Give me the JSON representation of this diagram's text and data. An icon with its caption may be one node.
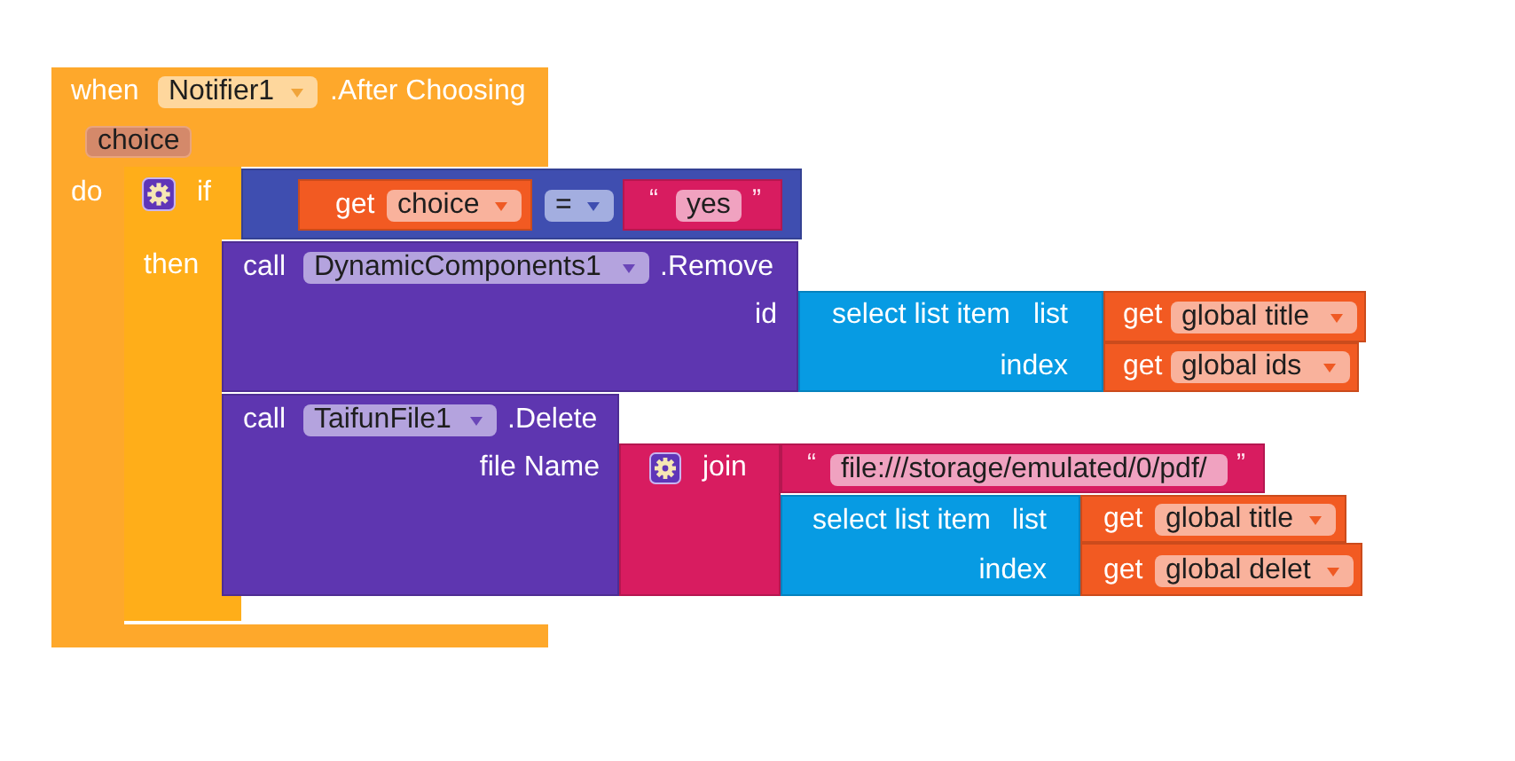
{
  "diagram": {
    "nodes": [
      {
        "text": [
          "when",
          "Notifier1",
          ".After Choosing",
          "choice",
          "do"
        ]
      },
      {
        "text": [
          "if",
          "then"
        ],
        "in": 0
      },
      {
        "text": [
          "="
        ]
      },
      {
        "text": [
          "get",
          "choice"
        ]
      },
      {
        "text": [
          "“",
          "yes",
          "”"
        ],
        "in": 2
      },
      {
        "text": [
          "call",
          "DynamicComponents1",
          ".Remove",
          "id"
        ]
      },
      {
        "text": [
          "select list item",
          "list",
          "index"
        ]
      },
      {
        "text": [
          "get",
          "global title"
        ]
      },
      {
        "text": [
          "get",
          "global ids"
        ]
      },
      {
        "text": [
          "call",
          "TaifunFile1",
          ".Delete",
          "file Name"
        ]
      },
      {
        "text": [
          "join"
        ]
      },
      {
        "text": [
          "“",
          "file:///storage/emulated/0/pdf/",
          "”"
        ]
      },
      {
        "text": [
          "select list item",
          "list",
          "index"
        ]
      },
      {
        "text": [
          "get",
          "global title"
        ]
      },
      {
        "text": [
          "get",
          "global delet"
        ]
      }
    ]
  }
}
